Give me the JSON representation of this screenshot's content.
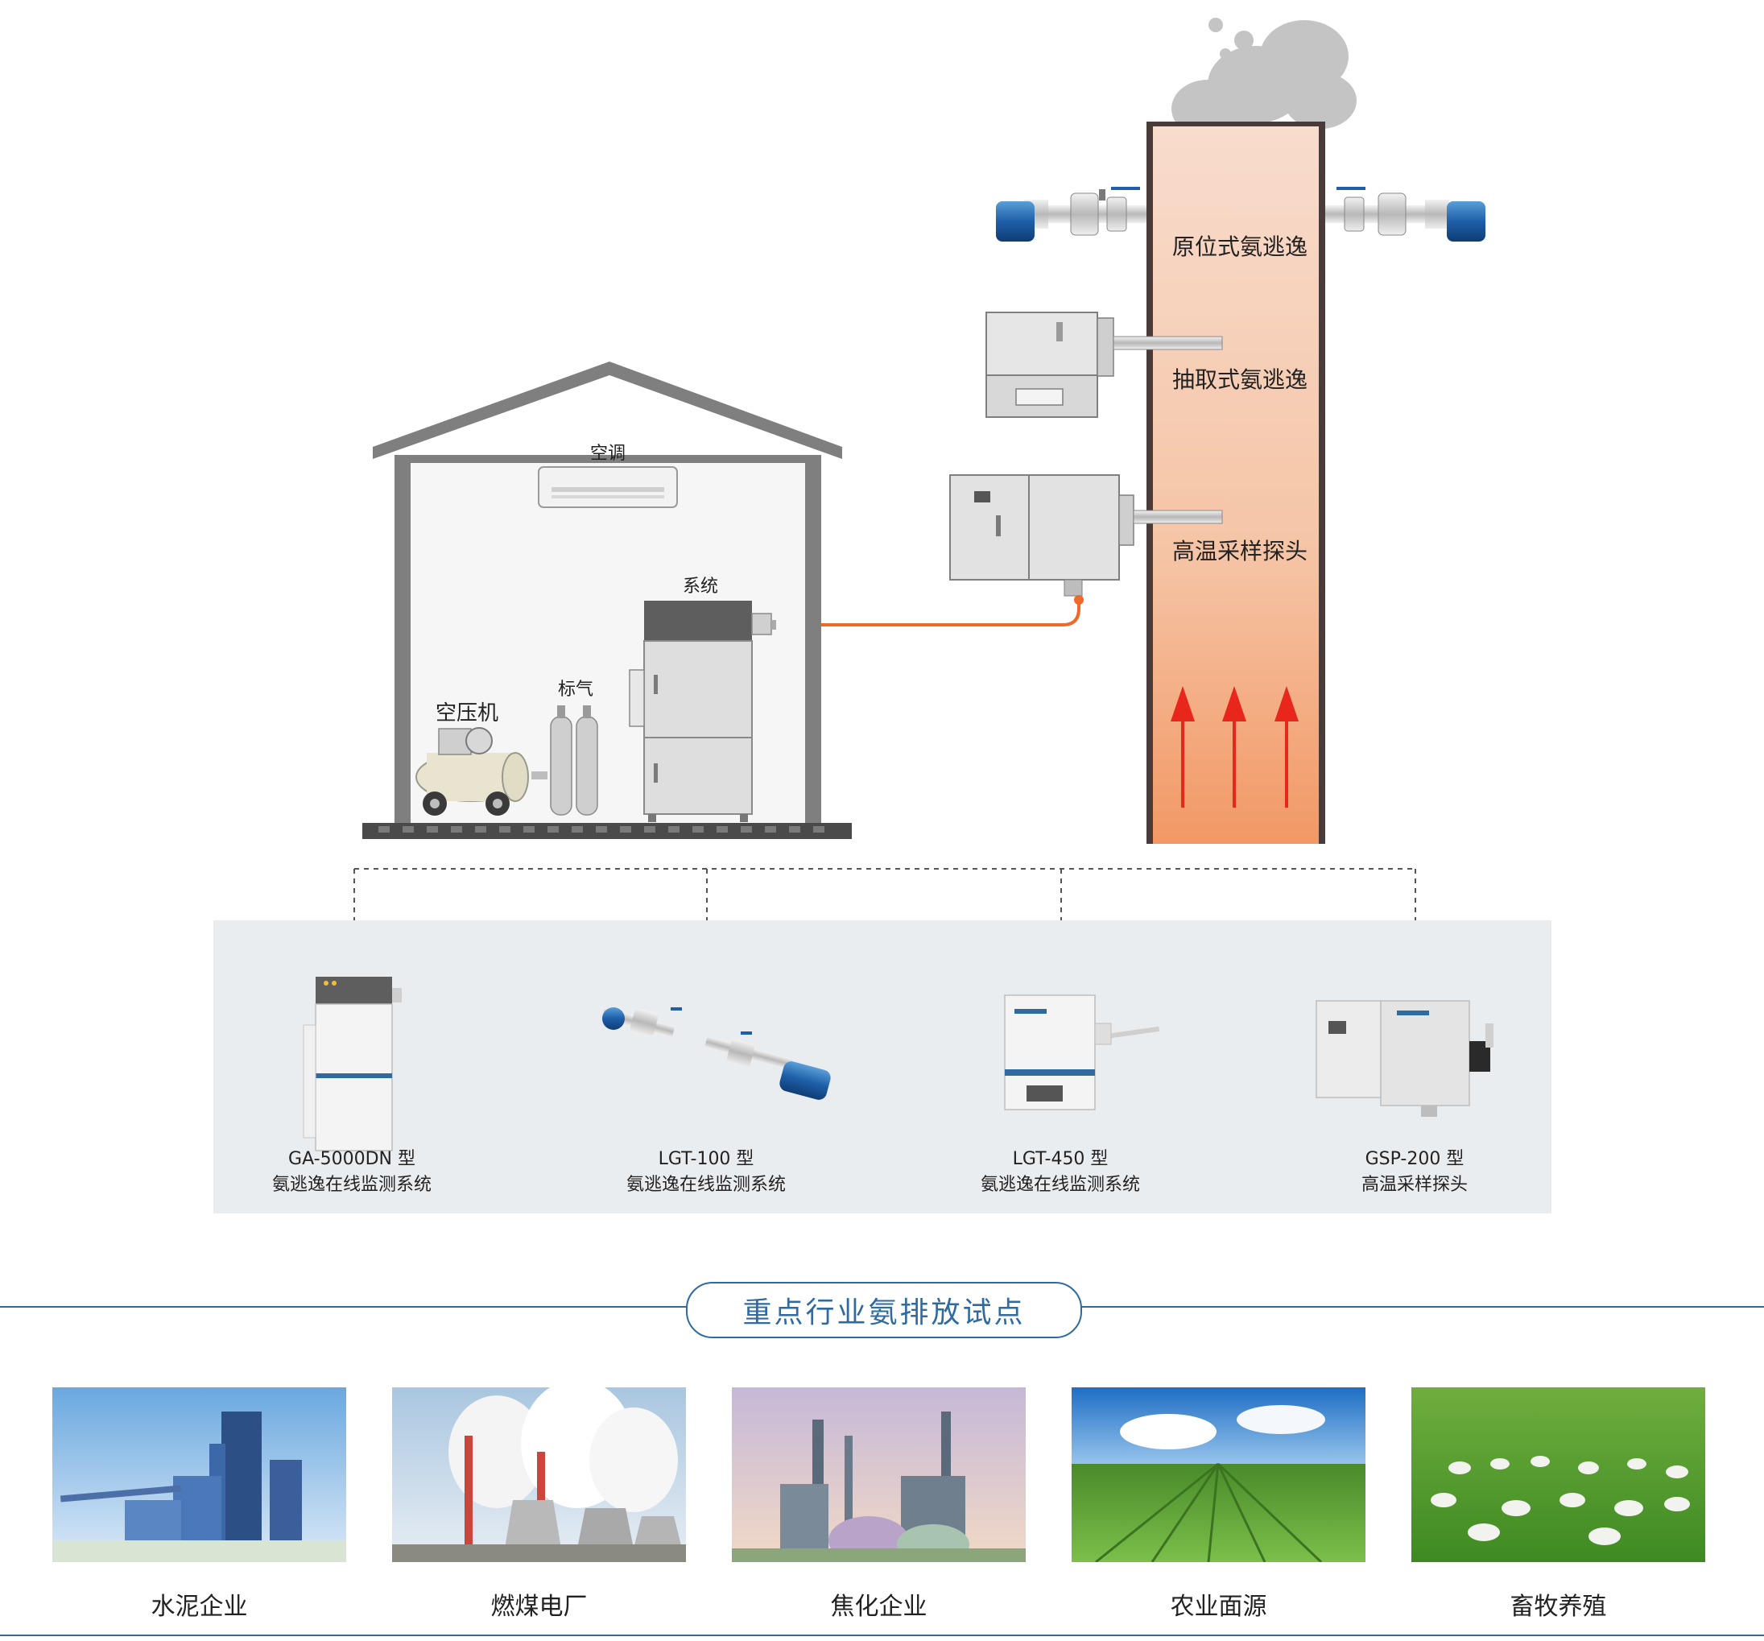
{
  "chimney": {
    "label_insitu": "原位式氨逃逸",
    "label_extractive": "抽取式氨逃逸",
    "label_probe": "高温采样探头"
  },
  "house": {
    "label_ac": "空调",
    "label_system": "系统",
    "label_gas": "标气",
    "label_compressor": "空压机"
  },
  "products": [
    {
      "model": "GA-5000DN 型",
      "desc": "氨逃逸在线监测系统"
    },
    {
      "model": "LGT-100 型",
      "desc": "氨逃逸在线监测系统"
    },
    {
      "model": "LGT-450 型",
      "desc": "氨逃逸在线监测系统"
    },
    {
      "model": "GSP-200 型",
      "desc": "高温采样探头"
    }
  ],
  "section": {
    "title": "重点行业氨排放试点"
  },
  "industries": [
    {
      "label": "水泥企业"
    },
    {
      "label": "燃煤电厂"
    },
    {
      "label": "焦化企业"
    },
    {
      "label": "农业面源"
    },
    {
      "label": "畜牧养殖"
    }
  ],
  "colors": {
    "accent": "#2f6aa0",
    "pipe": "#ee6a2a",
    "arrow": "#e8261c"
  }
}
